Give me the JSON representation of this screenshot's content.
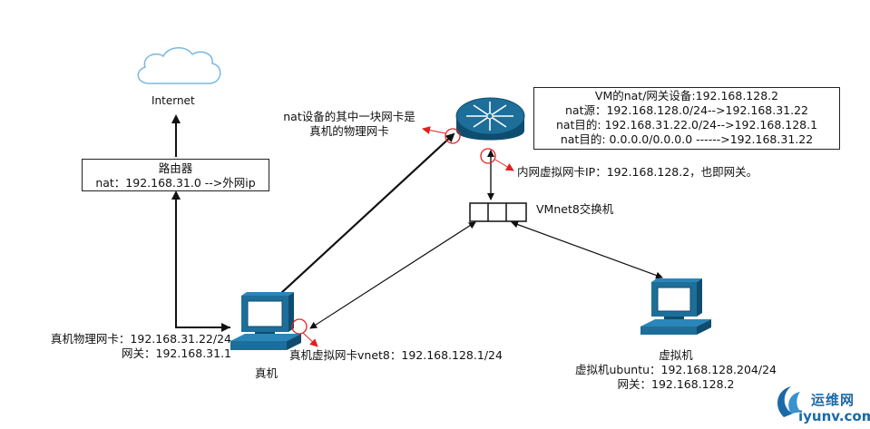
{
  "internet": {
    "label": "Internet"
  },
  "router": {
    "title": "路由器",
    "nat": "nat：192.168.31.0 -->外网ip"
  },
  "vm_nat": {
    "lines": [
      "VM的nat/网关设备:192.168.128.2",
      "nat源：192.168.128.0/24-->192.168.31.22",
      "nat目的: 192.168.31.22.0/24-->192.168.128.1",
      "nat目的:  0.0.0.0/0.0.0.0 ------>192.168.31.22"
    ]
  },
  "annotations": {
    "nat_nic_line1": "nat设备的其中一块网卡是",
    "nat_nic_line2": "真机的物理网卡",
    "inner_nic": "内网虚拟网卡IP：192.168.128.2，也即网关。",
    "vmnet8": "VMnet8交换机",
    "host_vnic": "真机虚拟网卡vnet8：192.168.128.1/24"
  },
  "host": {
    "phys_nic": "真机物理网卡：192.168.31.22/24",
    "gateway": "网关：192.168.31.1",
    "name": "真机"
  },
  "vm": {
    "name": "虚拟机",
    "ip": "虚拟机ubuntu：192.168.128.204/24",
    "gateway": "网关：192.168.128.2"
  },
  "watermark": {
    "cn": "运维网",
    "en": "iyunv.com"
  },
  "colors": {
    "device_blue": "#1d6f99",
    "device_dark": "#0e4d6f",
    "red_marker": "#e02020",
    "cloud": "#7ab8e0"
  }
}
